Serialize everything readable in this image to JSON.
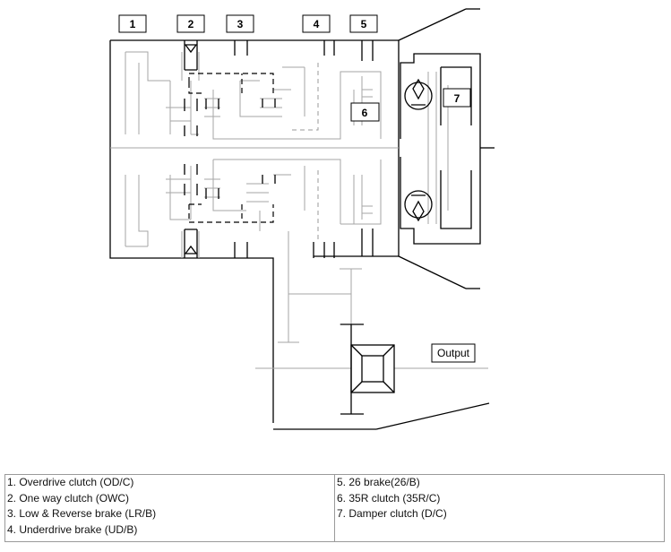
{
  "diagram": {
    "callouts": [
      "1",
      "2",
      "3",
      "4",
      "5",
      "6",
      "7"
    ],
    "output_label": "Output"
  },
  "legend": {
    "left": [
      "1. Overdrive clutch (OD/C)",
      "2. One way clutch (OWC)",
      "3. Low & Reverse brake (LR/B)",
      "4. Underdrive brake (UD/B)"
    ],
    "right": [
      "5. 26 brake(26/B)",
      "6. 35R clutch (35R/C)",
      "7. Damper clutch (D/C)"
    ]
  }
}
